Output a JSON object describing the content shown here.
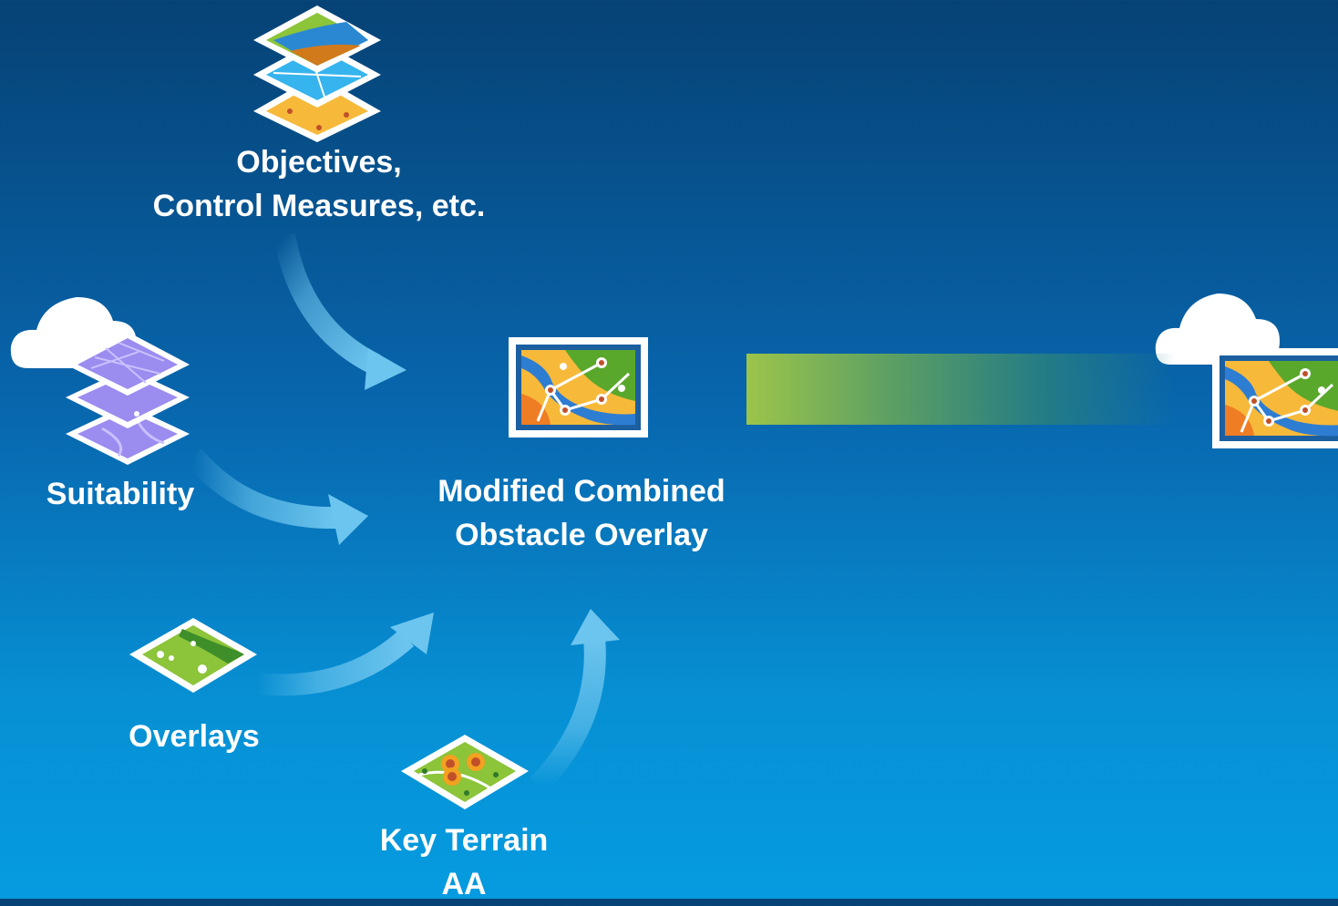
{
  "nodes": {
    "objectives": {
      "line1": "Objectives,",
      "line2": "Control Measures, etc."
    },
    "suitability": {
      "label": "Suitability"
    },
    "overlays": {
      "label": "Overlays"
    },
    "key_terrain": {
      "line1": "Key Terrain",
      "line2": "AA"
    },
    "mcoo": {
      "line1": "Modified Combined",
      "line2": "Obstacle Overlay"
    }
  },
  "colors": {
    "background_top": "#064275",
    "background_bottom": "#069be0",
    "arrow": "#6cc5ee",
    "transfer_green": "#9cc44a"
  },
  "icons": {
    "objectives": "layered-map-stack-icon",
    "suitability": "purple-layer-stack-icon",
    "overlays": "green-map-layer-icon",
    "key_terrain": "key-terrain-map-icon",
    "mcoo": "framed-map-icon",
    "cloud": "cloud-icon"
  }
}
